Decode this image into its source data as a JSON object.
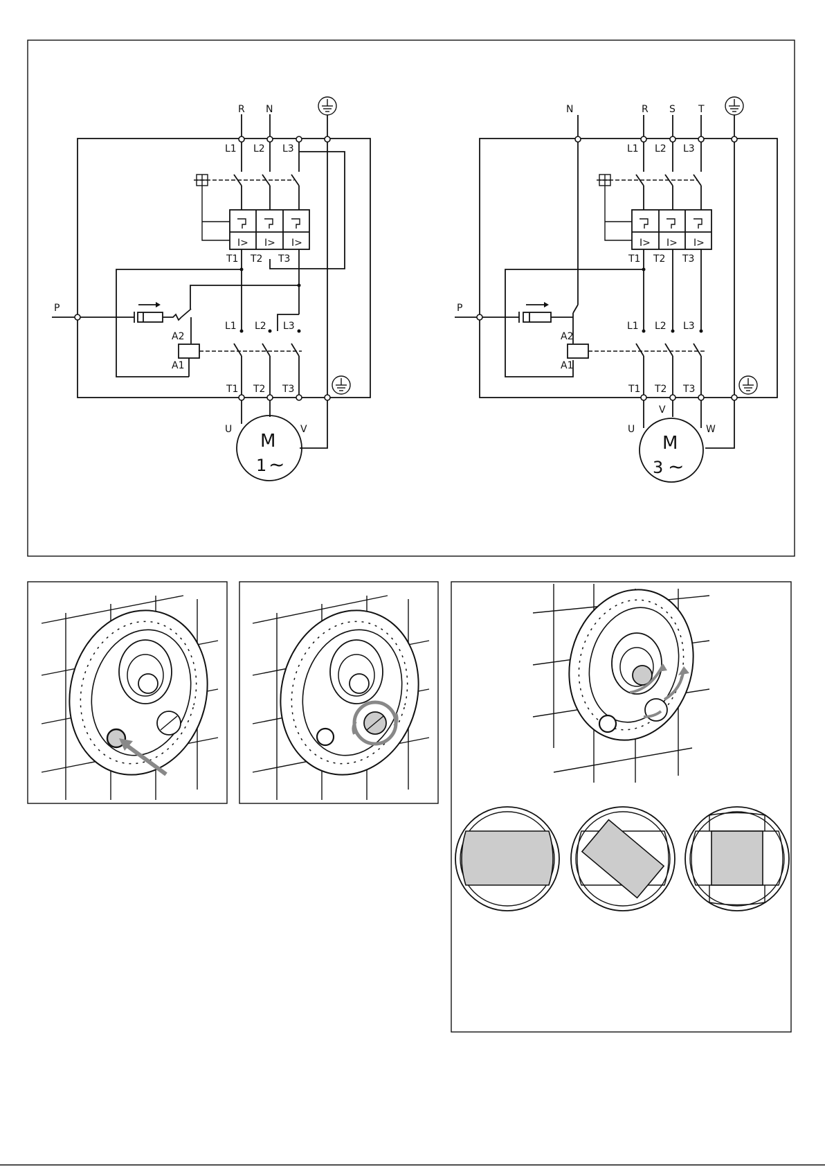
{
  "single_phase": {
    "supply": [
      "R",
      "N"
    ],
    "breaker_top": [
      "L1",
      "L2",
      "L3"
    ],
    "breaker_bottom": [
      "T1",
      "T2",
      "T3"
    ],
    "contactor_top": [
      "L1",
      "L2",
      "L3"
    ],
    "contactor_bottom": [
      "T1",
      "T2",
      "T3"
    ],
    "coil": [
      "A2",
      "A1"
    ],
    "pressure": "P",
    "motor": {
      "letter": "M",
      "phase": "1",
      "terminals": [
        "U",
        "V"
      ]
    }
  },
  "three_phase": {
    "supply": [
      "N",
      "R",
      "S",
      "T"
    ],
    "breaker_top": [
      "L1",
      "L2",
      "L3"
    ],
    "breaker_bottom": [
      "T1",
      "T2",
      "T3"
    ],
    "contactor_top": [
      "L1",
      "L2",
      "L3"
    ],
    "contactor_bottom": [
      "T1",
      "T2",
      "T3"
    ],
    "coil": [
      "A2",
      "A1"
    ],
    "pressure": "P",
    "motor": {
      "letter": "M",
      "phase": "3",
      "terminals": [
        "U",
        "V",
        "W"
      ]
    }
  },
  "tilde": "~",
  "colors": {
    "line": "#111111",
    "highlight": "#888888",
    "fill": "#cccccc"
  }
}
